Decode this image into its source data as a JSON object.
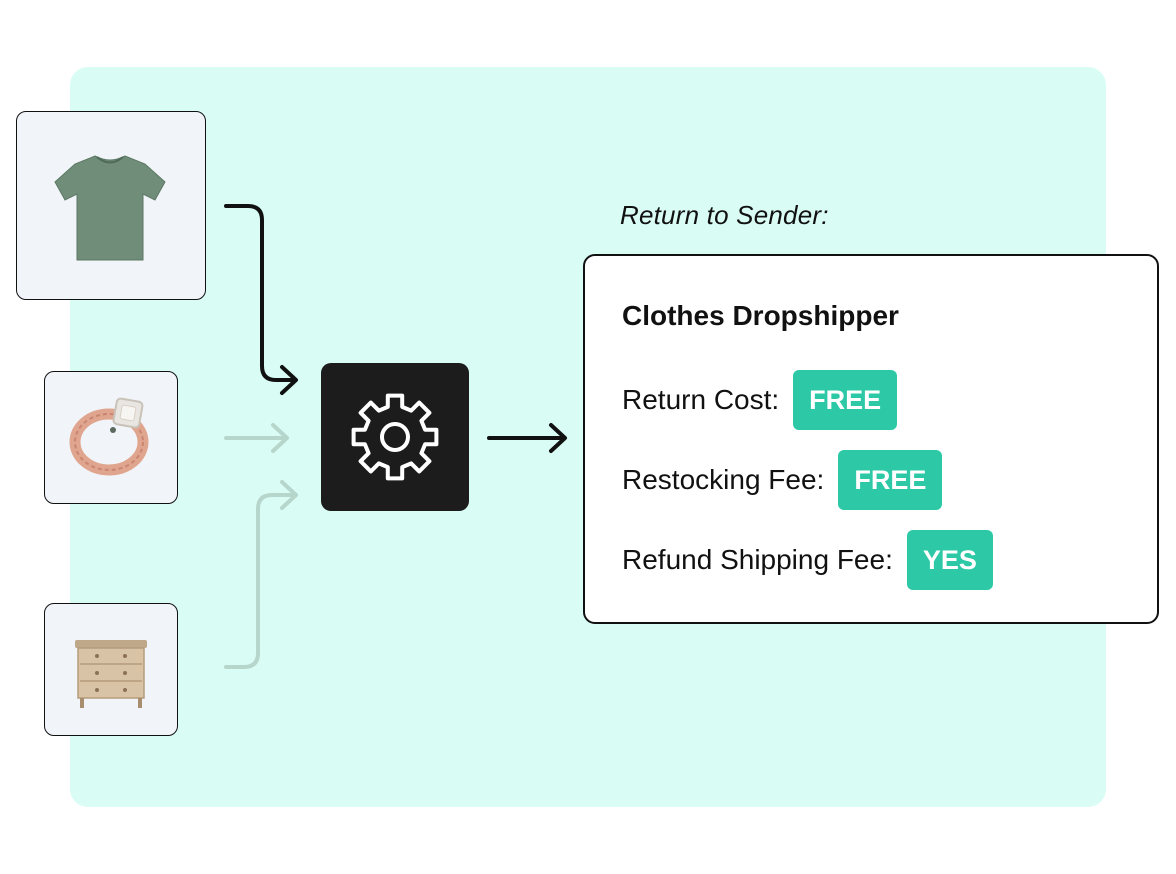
{
  "sender": {
    "label": "Return to Sender:"
  },
  "card": {
    "title": "Clothes Dropshipper",
    "rows": [
      {
        "label": "Return Cost:",
        "badge": "FREE"
      },
      {
        "label": "Restocking Fee:",
        "badge": "FREE"
      },
      {
        "label": "Refund Shipping Fee:",
        "badge": "YES"
      }
    ]
  },
  "products": [
    {
      "icon": "tshirt-icon",
      "active": true
    },
    {
      "icon": "ring-icon",
      "active": false
    },
    {
      "icon": "dresser-icon",
      "active": false
    }
  ],
  "colors": {
    "background_panel": "#d9fcf5",
    "badge": "#2dc9a6",
    "processor": "#1c1c1c",
    "active_connector": "#111111",
    "inactive_connector": "#b6d6cc"
  }
}
